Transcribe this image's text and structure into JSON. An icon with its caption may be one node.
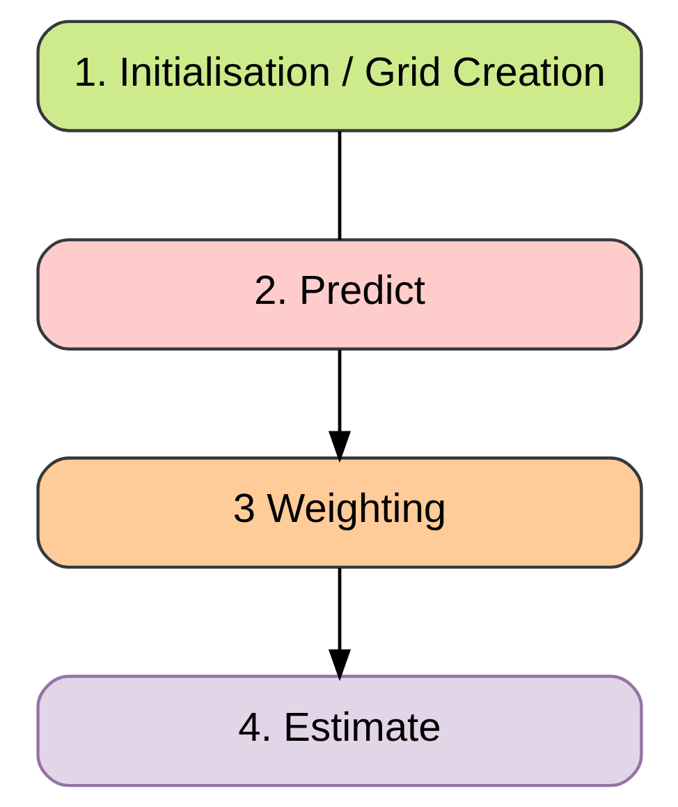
{
  "diagram": {
    "nodes": [
      {
        "text": [
          "1. Initialisation / Grid Creation"
        ]
      },
      {
        "text": [
          "2. Predict"
        ]
      },
      {
        "text": [
          "3 Weighting"
        ]
      },
      {
        "text": [
          "4. Estimate"
        ]
      }
    ],
    "edges": [
      {
        "from": 0,
        "to": 1,
        "arrow": "none"
      },
      {
        "from": 1,
        "to": 2,
        "arrow": "to"
      },
      {
        "from": 2,
        "to": 3,
        "arrow": "to"
      }
    ]
  }
}
